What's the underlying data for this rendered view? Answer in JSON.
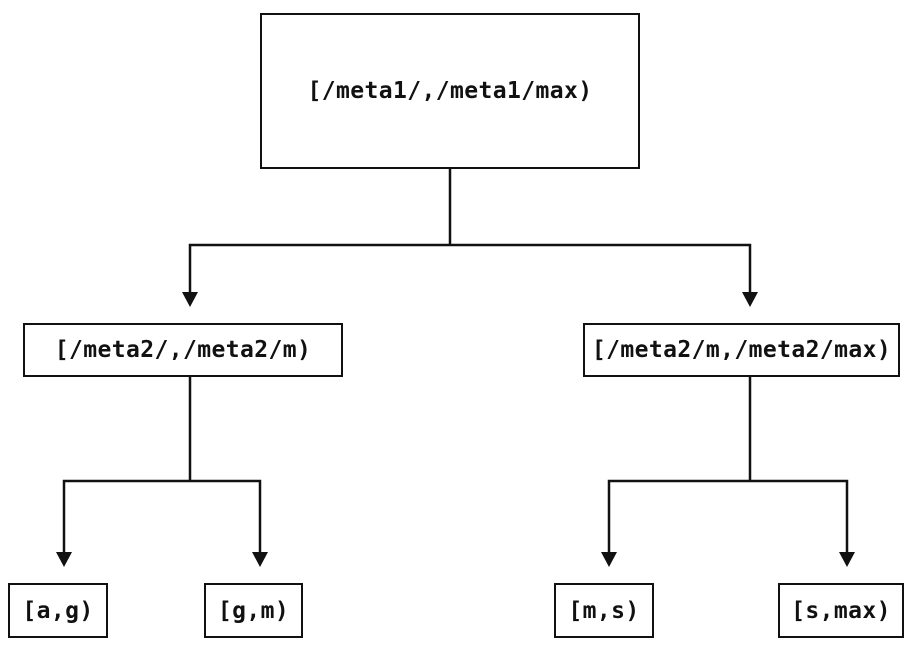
{
  "diagram": {
    "type": "tree",
    "colors": {
      "background": "#ffffff",
      "line": "#111111",
      "text": "#111111"
    },
    "nodes": {
      "root": {
        "label": "[/meta1/,/meta1/max)"
      },
      "mid_left": {
        "label": "[/meta2/,/meta2/m)"
      },
      "mid_right": {
        "label": "[/meta2/m,/meta2/max)"
      },
      "leaf_ag": {
        "label": "[a,g)"
      },
      "leaf_gm": {
        "label": "[g,m)"
      },
      "leaf_ms": {
        "label": "[m,s)"
      },
      "leaf_smax": {
        "label": "[s,max)"
      }
    },
    "edges": [
      {
        "from": "root",
        "to": "mid_left"
      },
      {
        "from": "root",
        "to": "mid_right"
      },
      {
        "from": "mid_left",
        "to": "leaf_ag"
      },
      {
        "from": "mid_left",
        "to": "leaf_gm"
      },
      {
        "from": "mid_right",
        "to": "leaf_ms"
      },
      {
        "from": "mid_right",
        "to": "leaf_smax"
      }
    ]
  }
}
